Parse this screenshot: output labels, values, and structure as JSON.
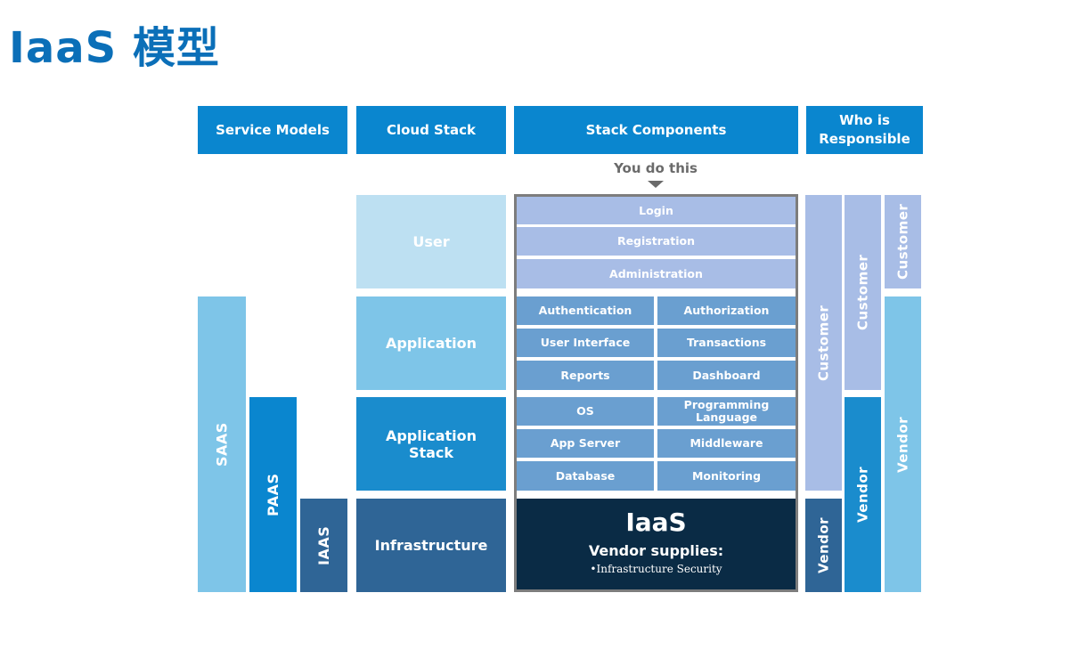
{
  "title": "IaaS 模型",
  "headers": {
    "service_models": "Service Models",
    "cloud_stack": "Cloud Stack",
    "stack_components": "Stack Components",
    "who_is_responsible": "Who is Responsible"
  },
  "you_do_this": "You do this",
  "cloud_stack": {
    "user": "User",
    "application": "Application",
    "application_stack": "Application Stack",
    "infrastructure": "Infrastructure"
  },
  "components": {
    "login": "Login",
    "registration": "Registration",
    "administration": "Administration",
    "authentication": "Authentication",
    "authorization": "Authorization",
    "user_interface": "User Interface",
    "transactions": "Transactions",
    "reports": "Reports",
    "dashboard": "Dashboard",
    "os": "OS",
    "programming_language": "Programming Language",
    "app_server": "App Server",
    "middleware": "Middleware",
    "database": "Database",
    "monitoring": "Monitoring"
  },
  "iaas_box": {
    "title": "IaaS",
    "subtitle": "Vendor supplies:",
    "bullet": "•Infrastructure Security"
  },
  "service_models": {
    "saas": "SAAS",
    "paas": "PAAS",
    "iaas": "IAAS"
  },
  "responsibility": {
    "col1_customer": "Customer",
    "col1_vendor": "Vendor",
    "col2_customer": "Customer",
    "col2_vendor": "Vendor",
    "col3_customer": "Customer",
    "col3_vendor": "Vendor"
  },
  "colors": {
    "header": "#0a86cf",
    "user": "#bde0f2",
    "application": "#7ec5e8",
    "application_stack": "#1a8ccd",
    "infrastructure": "#2f6596",
    "component_user": "#a8bde6",
    "component": "#6a9fd0",
    "iaas_box": "#0a2b45",
    "resp_customer": "#a8bde6",
    "resp_vendor_dark": "#2f6596",
    "resp_vendor_mid": "#1a8ccd",
    "resp_vendor_light": "#7ec5e8"
  }
}
